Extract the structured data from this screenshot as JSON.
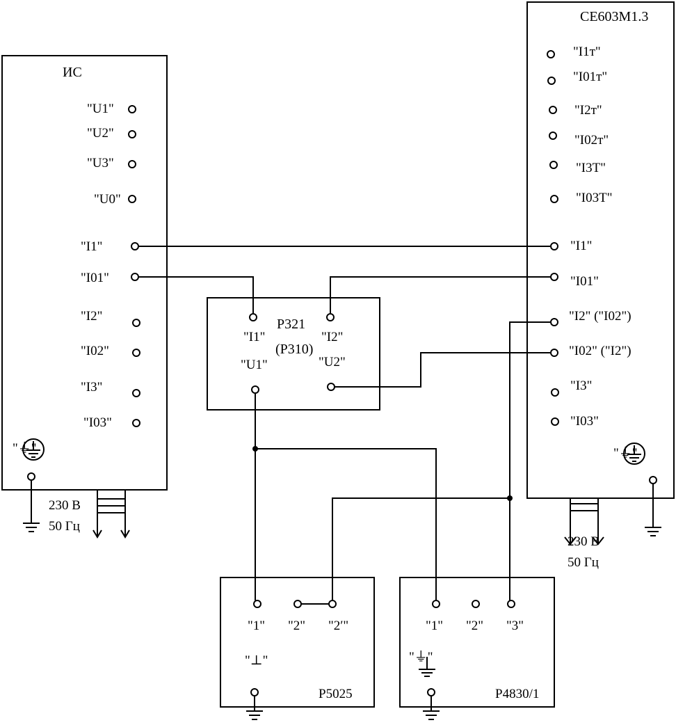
{
  "devices": {
    "is": {
      "title": "ИС",
      "terminals": [
        "\"U1\"",
        "\"U2\"",
        "\"U3\"",
        "\"U0\"",
        "\"I1\"",
        "\"I01\"",
        "\"I2\"",
        "\"I02\"",
        "\"I3\"",
        "\"I03\""
      ],
      "ground_label": "\"⏚\"",
      "power": [
        "230 В",
        "50 Гц"
      ]
    },
    "ce": {
      "title": "CE603M1.3",
      "terminals": [
        "\"I1т\"",
        "\"I01т\"",
        "\"I2т\"",
        "\"I02т\"",
        "\"I3Т\"",
        "\"I03Т\"",
        "\"I1\"",
        "\"I01\"",
        "\"I2\"  (\"I02\")",
        "\"I02\" (\"I2\")",
        "\"I3\"",
        "\"I03\""
      ],
      "ground_label": "\"⏚\"",
      "power": [
        "230 В",
        "50 Гц"
      ]
    },
    "p321": {
      "title": "Р321",
      "subtitle": "(Р310)",
      "terminals": [
        "\"I1\"",
        "\"I2\"",
        "\"U1\"",
        "\"U2\""
      ]
    },
    "p5025": {
      "title": "Р5025",
      "terminals": [
        "\"1\"",
        "\"2\"",
        "\"2′\""
      ],
      "ground_label": "\"⊥\""
    },
    "p4830": {
      "title": "Р4830/1",
      "terminals": [
        "\"1\"",
        "\"2\"",
        "\"3\""
      ],
      "ground_label": "\"⏚\""
    }
  }
}
